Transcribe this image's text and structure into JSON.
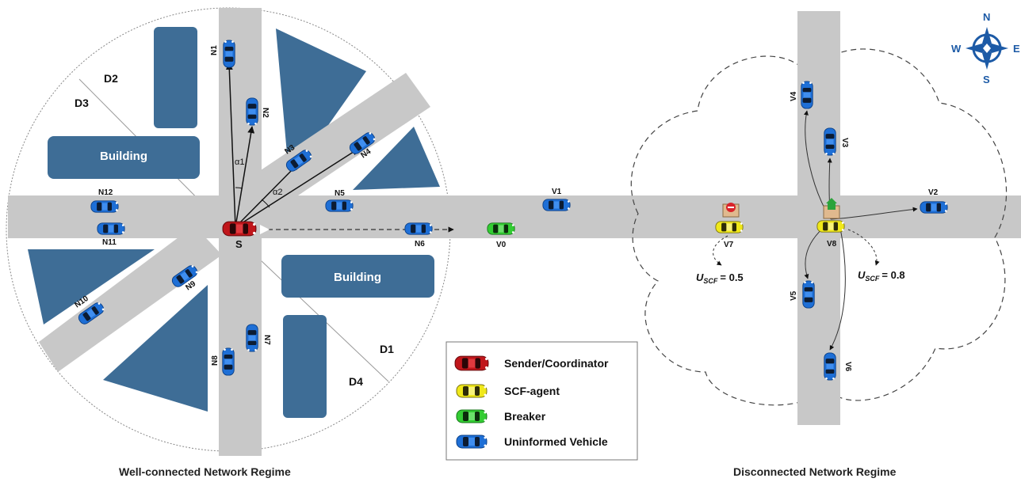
{
  "captions": {
    "left": "Well-connected Network Regime",
    "right": "Disconnected Network Regime"
  },
  "buildings": {
    "top": "Building",
    "bottom": "Building"
  },
  "districts": {
    "d1": "D1",
    "d2": "D2",
    "d3": "D3",
    "d4": "D4"
  },
  "sender_label": "S",
  "angles": {
    "a1": "α1",
    "a2": "α2"
  },
  "left_vehicles": [
    "N1",
    "N2",
    "N3",
    "N4",
    "N5",
    "N6",
    "N7",
    "N8",
    "N9",
    "N10",
    "N11",
    "N12",
    "V0",
    "V1"
  ],
  "right_vehicles": [
    "V2",
    "V3",
    "V4",
    "V5",
    "V6",
    "V7",
    "V8"
  ],
  "uscf": {
    "left": {
      "symbol": "U",
      "subscript": "SCF",
      "value": "= 0.5"
    },
    "right": {
      "symbol": "U",
      "subscript": "SCF",
      "value": "= 0.8"
    }
  },
  "compass": {
    "n": "N",
    "s": "S",
    "e": "E",
    "w": "W"
  },
  "legend": [
    {
      "label": "Sender/Coordinator",
      "color": "#c0161b"
    },
    {
      "label": "SCF-agent",
      "color": "#f0e81a"
    },
    {
      "label": "Breaker",
      "color": "#33cc33"
    },
    {
      "label": "Uninformed Vehicle",
      "color": "#1e6fd6"
    }
  ],
  "colors": {
    "road": "#c8c8c8",
    "building": "#3e6d96",
    "car_blue": "#1e6fd6"
  }
}
